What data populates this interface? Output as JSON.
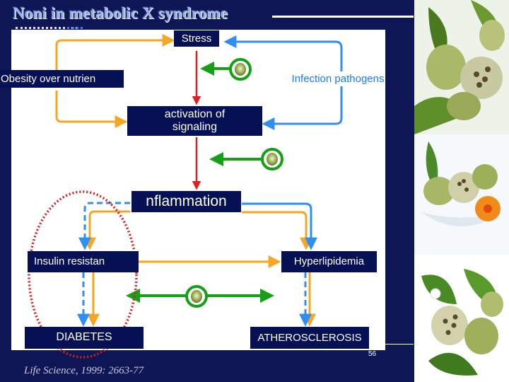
{
  "slide": {
    "title": "Noni in metabolic X syndrome",
    "citation": "Life Science, 1999: 2663-77",
    "page_number": "56"
  },
  "diagram": {
    "nodes": {
      "stress": "Stress",
      "obesity": "Obesity over nutrien",
      "infection": "Infection pathogens",
      "activation": "activation of signaling",
      "inflammation": "nflammation",
      "insulin": "Insulin resistan",
      "hyperlipidemia": "Hyperlipidemia",
      "diabetes": "DIABETES",
      "atherosclerosis": "ATHEROSCLEROSIS"
    },
    "colors": {
      "orange_arrow": "#f5a623",
      "blue_arrow": "#2f8ff0",
      "red_arrow": "#e02020",
      "green_arrow": "#16a016",
      "highlight_circle": "#d42020"
    },
    "icons": [
      "noni-fruit-icon",
      "noni-fruit-icon",
      "noni-fruit-icon"
    ]
  },
  "photos": [
    "noni-fruit-photo",
    "noni-dish-photo",
    "noni-plant-photo"
  ]
}
